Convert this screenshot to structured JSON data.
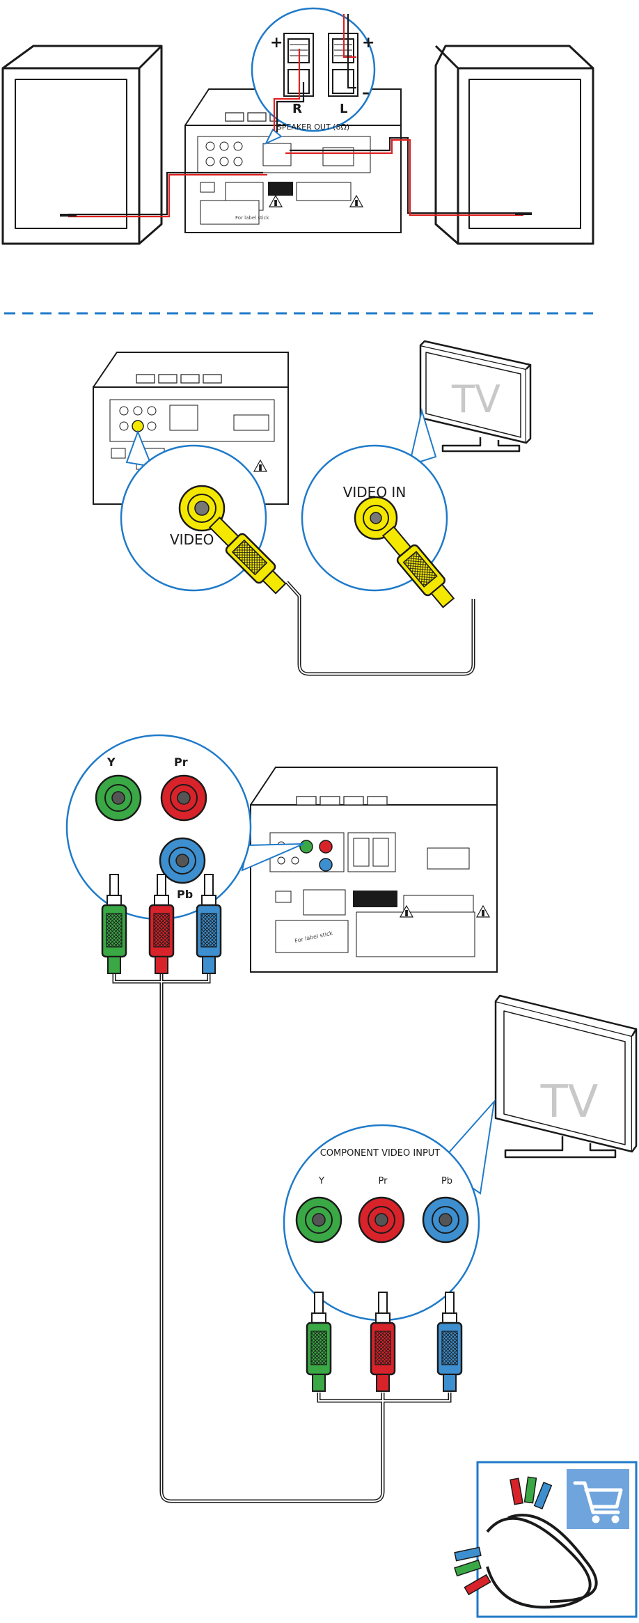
{
  "section_speakers": {
    "plus_left": "+",
    "plus_right": "+",
    "minus_right": "–",
    "label_r": "R",
    "label_l": "L",
    "speaker_out": "SPEAKER OUT (8Ω)"
  },
  "section_composite": {
    "tv_label": "TV",
    "video_label": "VIDEO",
    "video_in_label": "VIDEO IN"
  },
  "section_component": {
    "y": "Y",
    "pr": "Pr",
    "pb": "Pb",
    "tv_label": "TV",
    "component_input": "COMPONENT VIDEO INPUT",
    "tv_y": "Y",
    "tv_pr": "Pr",
    "tv_pb": "Pb",
    "for_label_stick": "For label stick"
  },
  "colors": {
    "outline": "#1a1a1a",
    "callout_blue": "#1f7ac9",
    "dash_blue": "#1f7ac9",
    "cable_red": "#e02020",
    "rca_yellow": "#f5e800",
    "rca_green": "#3aa845",
    "rca_red": "#d8232a",
    "rca_blue": "#3d8fcf",
    "tv_text": "#c8c8c8",
    "cart_bg": "#6fa4dc"
  },
  "icons": {
    "cart": "shopping-cart-icon",
    "warning": "warning-triangle-icon"
  }
}
